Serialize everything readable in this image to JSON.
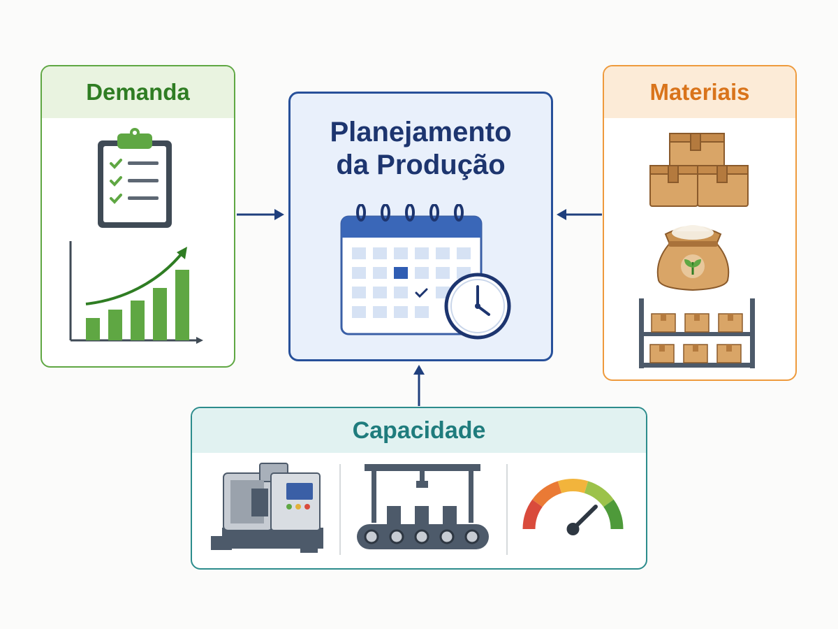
{
  "diagram": {
    "center": {
      "title_line1": "Planejamento",
      "title_line2": "da Produção",
      "icon": "calendar-clock-icon"
    },
    "inputs": [
      {
        "label": "Demanda",
        "color": "#5fa743",
        "icons": [
          "clipboard-checklist-icon",
          "growth-bar-chart-icon"
        ],
        "arrow": "right"
      },
      {
        "label": "Materiais",
        "color": "#ee9a3c",
        "icons": [
          "cardboard-boxes-icon",
          "sack-icon",
          "storage-rack-icon"
        ],
        "arrow": "left"
      },
      {
        "label": "Capacidade",
        "color": "#2c8c8c",
        "icons": [
          "cnc-machine-icon",
          "conveyor-belt-icon",
          "gauge-icon"
        ],
        "arrow": "up"
      }
    ],
    "colors": {
      "center_border": "#27509a",
      "arrow": "#1f3f7d"
    }
  }
}
